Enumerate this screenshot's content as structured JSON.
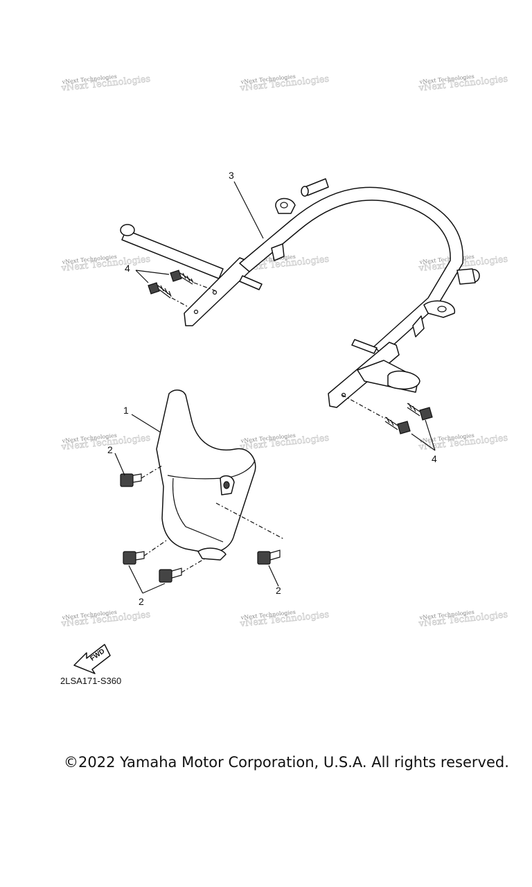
{
  "watermark": {
    "brand": "vNext Technologies"
  },
  "callouts": {
    "c1": "1",
    "c2a": "2",
    "c2b": "2",
    "c2c": "2",
    "c3": "3",
    "c4a": "4",
    "c4b": "4"
  },
  "fwd_label": "FWD",
  "part_code": "2LSA171-S360",
  "copyright": "©2022 Yamaha Motor Corporation, U.S.A. All rights reserved.",
  "colors": {
    "ink": "#111111",
    "watermark": "#8a8a8a",
    "background": "#ffffff"
  }
}
